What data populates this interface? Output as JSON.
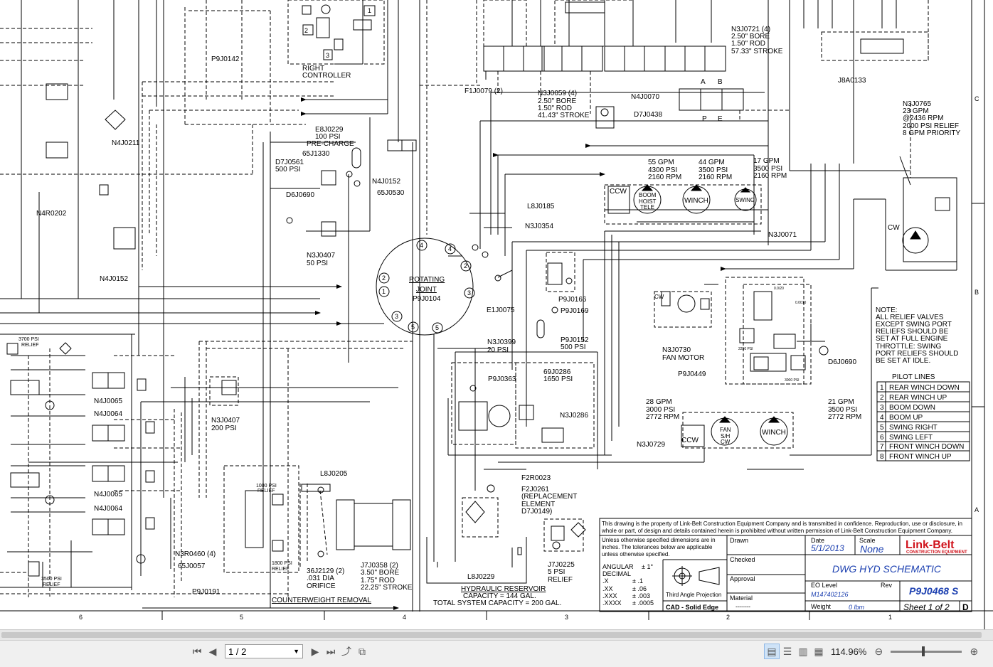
{
  "components": {
    "p9j0142": "P9J0142",
    "right_controller": [
      "RIGHT",
      "CONTROLLER"
    ],
    "n4j0211": "N4J0211",
    "n4r0202": "N4R0202",
    "n4j0152_a": "N4J0152",
    "e8j0229": [
      "E8J0229",
      "100 PSI",
      "PRE-CHARGE"
    ],
    "j65_1330": "65J1330",
    "d7j0561": [
      "D7J0561",
      "500 PSI"
    ],
    "d6j0690_a": "D6J0690",
    "n4j0152_b": "N4J0152",
    "j65_0530": "65J0530",
    "n3j0407_a": [
      "N3J0407",
      "50 PSI"
    ],
    "l8j0185": "L8J0185",
    "n3j0354": "N3J0354",
    "e1j0075": "E1J0075",
    "rotating_joint": [
      "ROTATING",
      "JOINT",
      "P9J0104"
    ],
    "joint_ports": [
      "4",
      "4",
      "2",
      "1",
      "2",
      "3",
      "3",
      "5",
      "5"
    ],
    "n3j0721": [
      "N3J0721 (4)",
      "2.50\" BORE",
      "1.50\" ROD",
      "57.33\" STROKE"
    ],
    "j8a0133": "J8A0133",
    "f1j0079": "F1J0079 (2)",
    "n3j0059": [
      "N3J0059 (4)",
      "2.50\" BORE",
      "1.50\" ROD",
      "41.43\" STROKE"
    ],
    "n4j0070": "N4J0070",
    "d7j0438": "D7J0438",
    "valve_ports": [
      "A",
      "B",
      "P",
      "E"
    ],
    "n3j0765": [
      "N3J0765",
      "23 GPM",
      "@2436 RPM",
      "2000 PSI RELIEF",
      "8 GPM PRIORITY"
    ],
    "pump_boom": [
      "55 GPM",
      "4300 PSI",
      "2160 RPM"
    ],
    "pump_winch": [
      "44 GPM",
      "3500 PSI",
      "2160 RPM"
    ],
    "pump_swing": [
      "17 GPM",
      "3500 PSI",
      "2160 RPM"
    ],
    "boom_hoist_tele": [
      "BOOM",
      "HOIST",
      "TELE"
    ],
    "winch": "WINCH",
    "swing": "SWING",
    "ccw": "CCW",
    "cw": "CW",
    "n3j0071": "N3J0071",
    "p9j0166": "P9J0166",
    "p9j0169": "P9J0169",
    "p9j0152": [
      "P9J0152",
      "500 PSI"
    ],
    "n3j0730": [
      "N3J0730",
      "FAN MOTOR"
    ],
    "p9j0449": "P9J0449",
    "d6j0690_b": "D6J0690",
    "p9j0449_reliefs": [
      "2250 PSI",
      "3000 PSI",
      "0.0/20",
      "0.0010"
    ],
    "n3j0399": [
      "N3J0399",
      "20 PSI"
    ],
    "p9j0363": "P9J0363",
    "j69_0286": [
      "69J0286",
      "1650 PSI"
    ],
    "n3j0286": "N3J0286",
    "pump_fan": [
      "28 GPM",
      "3000 PSI",
      "2772 RPM"
    ],
    "pump_winch2": [
      "21 GPM",
      "3500 PSI",
      "2772 RPM"
    ],
    "fan_sh_cw": [
      "FAN",
      "S/H",
      "CW"
    ],
    "n3j0729": "N3J0729",
    "f2r0023": "F2R0023",
    "f2j0261": [
      "F2J0261",
      "(REPLACEMENT",
      "ELEMENT",
      "D7J0149)"
    ],
    "j7j0225": [
      "J7J0225",
      "5 PSI",
      "RELIEF"
    ],
    "l8j0229": "L8J0229",
    "reservoir": [
      "HYDRAULIC RESERVOIR",
      "CAPACITY = 144 GAL.",
      "TOTAL SYSTEM CAPACITY = 200 GAL."
    ],
    "relief_3700": [
      "3700 PSI",
      "RELIEF"
    ],
    "n4j0065_a": "N4J0065",
    "n4j0064_a": "N4J0064",
    "n4j0065_b": "N4J0065",
    "n4j0064_b": "N4J0064",
    "n3j0407_b": [
      "N3J0407",
      "200 PSI"
    ],
    "l8j0205": "L8J0205",
    "relief_1000": [
      "1000 PSI",
      "RELIEF"
    ],
    "relief_1800": [
      "1800 PSI",
      "RELIEF"
    ],
    "n3r0460": "N3R0460 (4)",
    "j65_0057": "65J0057",
    "relief_3500": [
      "3500 PSI",
      "RELIEF"
    ],
    "j36_2129": [
      "36J2129 (2)",
      ".031 DIA",
      "ORIFICE"
    ],
    "j7j0358": [
      "J7J0358 (2)",
      "3.50\" BORE",
      "1.75\" ROD",
      "22.25\" STROKE"
    ],
    "p9j0191": "P9J0191",
    "counterweight_removal": "COUNTERWEIGHT REMOVAL",
    "valve_numbers": [
      "1",
      "2",
      "3"
    ]
  },
  "note": [
    "NOTE:",
    "ALL RELIEF VALVES",
    "EXCEPT SWING PORT",
    "RELIEFS SHOULD BE",
    "SET AT FULL ENGINE",
    "THROTTLE: SWING",
    "PORT RELIEFS SHOULD",
    "BE SET AT IDLE."
  ],
  "pilot_lines": {
    "title": "PILOT LINES",
    "rows": [
      {
        "num": "1",
        "label": "REAR WINCH DOWN"
      },
      {
        "num": "2",
        "label": "REAR WINCH UP"
      },
      {
        "num": "3",
        "label": "BOOM DOWN"
      },
      {
        "num": "4",
        "label": "BOOM UP"
      },
      {
        "num": "5",
        "label": "SWING RIGHT"
      },
      {
        "num": "6",
        "label": "SWING LEFT"
      },
      {
        "num": "7",
        "label": "FRONT WINCH DOWN"
      },
      {
        "num": "8",
        "label": "FRONT WINCH UP"
      }
    ]
  },
  "title_block": {
    "disclaimer": [
      "This drawing is the property of Link-Belt Construction Equipment Company and is transmitted in confidence. Reproduction, use or disclosure, in",
      "whole or part, of design and details contained herein is prohibited without written permission of Link-Belt Construction Equipment Company."
    ],
    "tolerance_note": [
      "Unless otherwise specified dimensions are in",
      "inches.  The tolerances below are applicable",
      "unless otherwise specified."
    ],
    "angular": "ANGULAR",
    "angular_val": "± 1°",
    "decimal": "DECIMAL",
    "tolerances": [
      {
        "place": ".X",
        "val": "± .1"
      },
      {
        "place": ".XX",
        "val": "± .06"
      },
      {
        "place": ".XXX",
        "val": "± .003"
      },
      {
        "place": ".XXXX",
        "val": "± .0005"
      }
    ],
    "projection": "Third Angle Projection",
    "cad": "CAD - Solid Edge",
    "drawn_label": "Drawn",
    "checked_label": "Checked",
    "approval_label": "Approval",
    "material_label": "Material",
    "material_val": "-------",
    "date_label": "Date",
    "date_val": "5/1/2013",
    "scale_label": "Scale",
    "scale_val": "None",
    "logo_main": "Link-Belt",
    "logo_sub": "CONSTRUCTION EQUIPMENT",
    "drawing_title": "DWG HYD SCHEMATIC",
    "eo_label": "EO Level",
    "eo_val": "M147402126",
    "rev_label": "Rev",
    "part_number": "P9J0468 S",
    "weight_label": "Weight",
    "weight_val": "0 lbm",
    "sheet": "Sheet 1 of 2",
    "size": "D"
  },
  "zones": {
    "columns": [
      "6",
      "5",
      "4",
      "3",
      "2",
      "1"
    ],
    "rows": [
      "C",
      "B",
      "A"
    ]
  },
  "viewer": {
    "page_value": "1 / 2",
    "zoom": "114.96%"
  }
}
